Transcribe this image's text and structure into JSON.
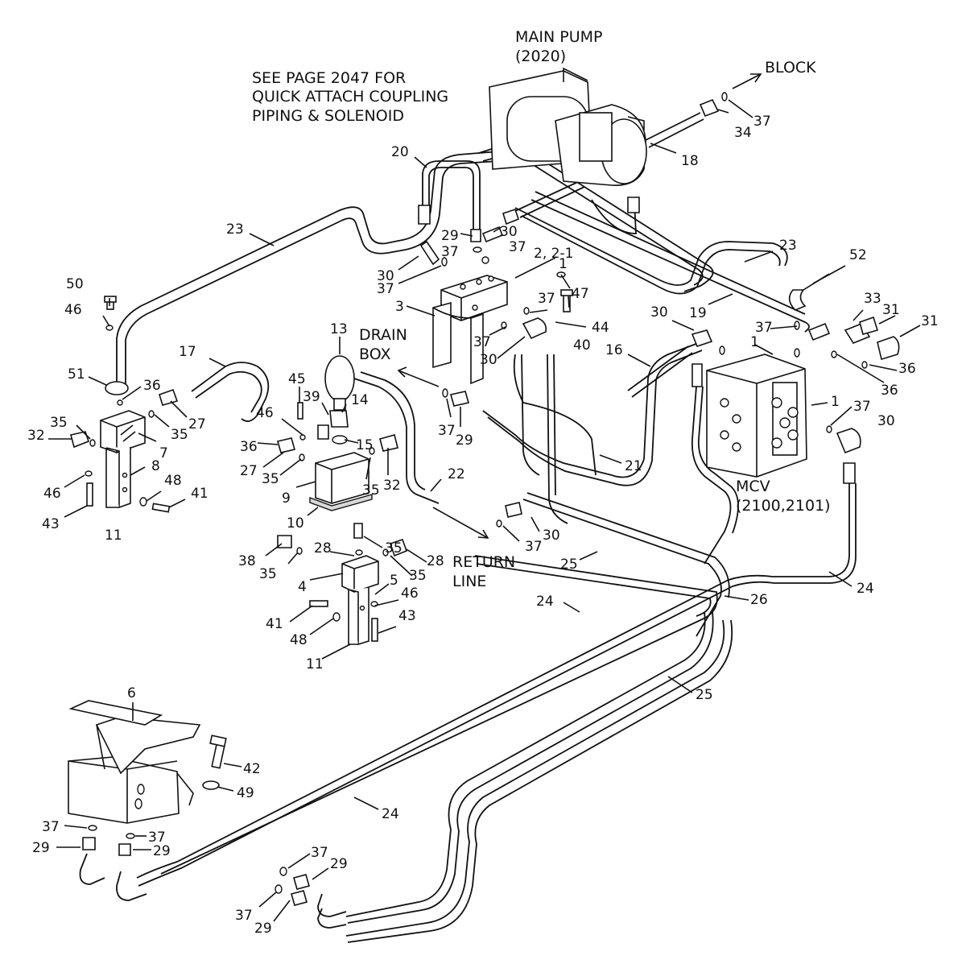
{
  "notes": {
    "main_pump_line1": "MAIN PUMP",
    "main_pump_line2": "(2020)",
    "see_page_line1": "SEE PAGE 2047 FOR",
    "see_page_line2": "QUICK ATTACH COUPLING",
    "see_page_line3": "PIPING & SOLENOID",
    "block": "BLOCK",
    "drain_line1": "DRAIN",
    "drain_line2": "BOX",
    "return_line1": "RETURN",
    "return_line2": "LINE",
    "mcv_line1": "MCV",
    "mcv_line2": "(2100,2101)"
  },
  "callouts": [
    {
      "id": "c1",
      "text": "37"
    },
    {
      "id": "c2",
      "text": "34"
    },
    {
      "id": "c3",
      "text": "18"
    },
    {
      "id": "c4",
      "text": "20"
    },
    {
      "id": "c5",
      "text": "23"
    },
    {
      "id": "c6",
      "text": "29"
    },
    {
      "id": "c7",
      "text": "30"
    },
    {
      "id": "c8",
      "text": "37"
    },
    {
      "id": "c9",
      "text": "37"
    },
    {
      "id": "c10",
      "text": "2, 2-1"
    },
    {
      "id": "c11",
      "text": "30"
    },
    {
      "id": "c12",
      "text": "37"
    },
    {
      "id": "c13",
      "text": "3"
    },
    {
      "id": "c14",
      "text": "1"
    },
    {
      "id": "c15",
      "text": "47"
    },
    {
      "id": "c16",
      "text": "37"
    },
    {
      "id": "c17",
      "text": "44"
    },
    {
      "id": "c18",
      "text": "40"
    },
    {
      "id": "c19",
      "text": "37"
    },
    {
      "id": "c20",
      "text": "30"
    },
    {
      "id": "c21",
      "text": "23"
    },
    {
      "id": "c22",
      "text": "52"
    },
    {
      "id": "c23",
      "text": "19"
    },
    {
      "id": "c24",
      "text": "33"
    },
    {
      "id": "c25",
      "text": "31"
    },
    {
      "id": "c26",
      "text": "31"
    },
    {
      "id": "c27",
      "text": "30"
    },
    {
      "id": "c28",
      "text": "37"
    },
    {
      "id": "c29",
      "text": "1"
    },
    {
      "id": "c30",
      "text": "16"
    },
    {
      "id": "c31",
      "text": "36"
    },
    {
      "id": "c32",
      "text": "36"
    },
    {
      "id": "c33",
      "text": "1"
    },
    {
      "id": "c34",
      "text": "37"
    },
    {
      "id": "c35",
      "text": "30"
    },
    {
      "id": "c36",
      "text": "50"
    },
    {
      "id": "c37",
      "text": "46"
    },
    {
      "id": "c38",
      "text": "51"
    },
    {
      "id": "c39",
      "text": "36"
    },
    {
      "id": "c40",
      "text": "27"
    },
    {
      "id": "c41",
      "text": "35"
    },
    {
      "id": "c42",
      "text": "7"
    },
    {
      "id": "c43",
      "text": "35"
    },
    {
      "id": "c44",
      "text": "32"
    },
    {
      "id": "c45",
      "text": "8"
    },
    {
      "id": "c46",
      "text": "46"
    },
    {
      "id": "c47",
      "text": "48"
    },
    {
      "id": "c48",
      "text": "41"
    },
    {
      "id": "c49",
      "text": "43"
    },
    {
      "id": "c50",
      "text": "11"
    },
    {
      "id": "c51",
      "text": "17"
    },
    {
      "id": "c52",
      "text": "13"
    },
    {
      "id": "c53",
      "text": "45"
    },
    {
      "id": "c54",
      "text": "39"
    },
    {
      "id": "c55",
      "text": "14"
    },
    {
      "id": "c56",
      "text": "46"
    },
    {
      "id": "c57",
      "text": "15"
    },
    {
      "id": "c58",
      "text": "36"
    },
    {
      "id": "c59",
      "text": "27"
    },
    {
      "id": "c60",
      "text": "35"
    },
    {
      "id": "c61",
      "text": "35"
    },
    {
      "id": "c62",
      "text": "32"
    },
    {
      "id": "c63",
      "text": "9"
    },
    {
      "id": "c64",
      "text": "10"
    },
    {
      "id": "c65",
      "text": "37"
    },
    {
      "id": "c66",
      "text": "29"
    },
    {
      "id": "c67",
      "text": "22"
    },
    {
      "id": "c68",
      "text": "21"
    },
    {
      "id": "c69",
      "text": "35"
    },
    {
      "id": "c70",
      "text": "28"
    },
    {
      "id": "c71",
      "text": "38"
    },
    {
      "id": "c72",
      "text": "35"
    },
    {
      "id": "c73",
      "text": "28"
    },
    {
      "id": "c74",
      "text": "35"
    },
    {
      "id": "c75",
      "text": "4"
    },
    {
      "id": "c76",
      "text": "5"
    },
    {
      "id": "c77",
      "text": "46"
    },
    {
      "id": "c78",
      "text": "41"
    },
    {
      "id": "c79",
      "text": "48"
    },
    {
      "id": "c80",
      "text": "43"
    },
    {
      "id": "c81",
      "text": "11"
    },
    {
      "id": "c82",
      "text": "37"
    },
    {
      "id": "c83",
      "text": "30"
    },
    {
      "id": "c84",
      "text": "25"
    },
    {
      "id": "c85",
      "text": "24"
    },
    {
      "id": "c86",
      "text": "26"
    },
    {
      "id": "c87",
      "text": "24"
    },
    {
      "id": "c88",
      "text": "25"
    },
    {
      "id": "c89",
      "text": "6"
    },
    {
      "id": "c90",
      "text": "42"
    },
    {
      "id": "c91",
      "text": "49"
    },
    {
      "id": "c92",
      "text": "24"
    },
    {
      "id": "c93",
      "text": "37"
    },
    {
      "id": "c94",
      "text": "29"
    },
    {
      "id": "c95",
      "text": "37"
    },
    {
      "id": "c96",
      "text": "29"
    },
    {
      "id": "c97",
      "text": "37"
    },
    {
      "id": "c98",
      "text": "29"
    },
    {
      "id": "c99",
      "text": "37"
    },
    {
      "id": "c100",
      "text": "29"
    }
  ]
}
